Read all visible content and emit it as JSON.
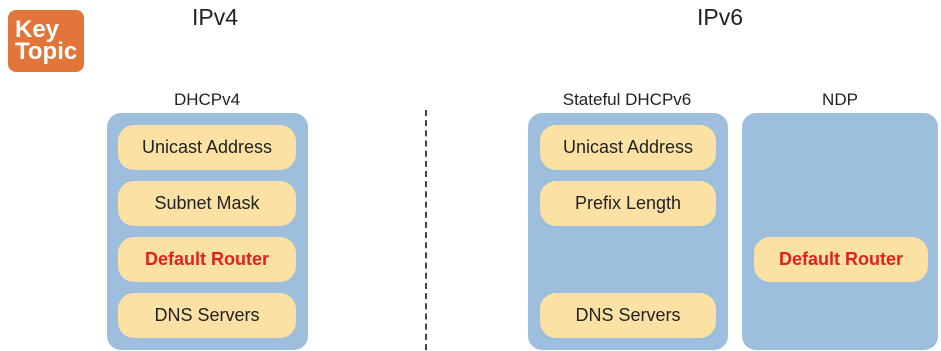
{
  "badge": {
    "line1": "Key",
    "line2": "Topic"
  },
  "headings": {
    "ipv4": "IPv4",
    "ipv6": "IPv6"
  },
  "columns": {
    "dhcpv4": {
      "label": "DHCPv4",
      "items": [
        "Unicast Address",
        "Subnet Mask",
        "Default Router",
        "DNS Servers"
      ]
    },
    "stateful_dhcpv6": {
      "label": "Stateful DHCPv6",
      "items": [
        "Unicast Address",
        "Prefix Length",
        "DNS Servers"
      ]
    },
    "ndp": {
      "label": "NDP",
      "items": [
        "Default Router"
      ]
    }
  },
  "colors": {
    "badge": "#e2763a",
    "panel": "#9ebedd",
    "pill": "#fbe1a4",
    "highlight_text": "#e3211c",
    "divider": "#444444"
  }
}
